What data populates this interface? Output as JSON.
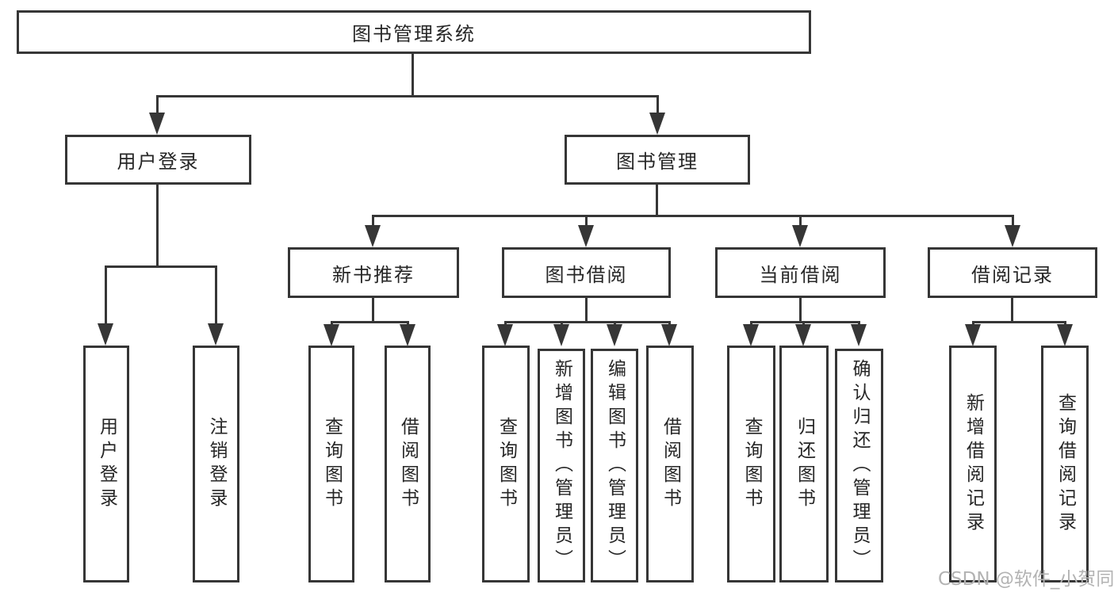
{
  "tree": {
    "root": {
      "label": "图书管理系统",
      "children": [
        {
          "label": "用户登录",
          "children": [
            {
              "label": "用户登录"
            },
            {
              "label": "注销登录"
            }
          ]
        },
        {
          "label": "图书管理",
          "children": [
            {
              "label": "新书推荐",
              "children": [
                {
                  "label": "查询图书"
                },
                {
                  "label": "借阅图书"
                }
              ]
            },
            {
              "label": "图书借阅",
              "children": [
                {
                  "label": "查询图书"
                },
                {
                  "label": "新增图书（管理员）"
                },
                {
                  "label": "编辑图书（管理员）"
                },
                {
                  "label": "借阅图书"
                }
              ]
            },
            {
              "label": "当前借阅",
              "children": [
                {
                  "label": "查询图书"
                },
                {
                  "label": "归还图书"
                },
                {
                  "label": "确认归还（管理员）"
                }
              ]
            },
            {
              "label": "借阅记录",
              "children": [
                {
                  "label": "新增借阅记录"
                },
                {
                  "label": "查询借阅记录"
                }
              ]
            }
          ]
        }
      ]
    }
  },
  "watermark": "CSDN @软件_小贺同学",
  "colors": {
    "line": "#363636",
    "text": "#262626",
    "watermark": "#b3b3b3"
  }
}
